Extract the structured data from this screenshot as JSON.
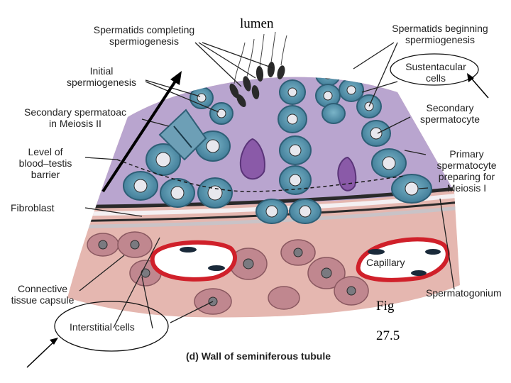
{
  "labels": {
    "lumen": "lumen",
    "spermatids_completing": [
      "Spermatids completing",
      "spermiogenesis"
    ],
    "initial_spermiogenesis": [
      "Initial",
      "spermiogenesis"
    ],
    "secondary_meiosis": [
      "Secondary spermatoac",
      "in Meiosis II"
    ],
    "blood_testis_barrier": [
      "Level of",
      "blood–testis",
      "barrier"
    ],
    "fibroblast": "Fibroblast",
    "connective_capsule": [
      "Connective",
      "tissue capsule"
    ],
    "interstitial_cells": "Interstitial cells",
    "spermatids_beginning": [
      "Spermatids beginning",
      "spermiogenesis"
    ],
    "sustentacular_cells": [
      "Sustentacular",
      "cells"
    ],
    "secondary_spermatocyte": [
      "Secondary",
      "spermatocyte"
    ],
    "primary_spermatocyte": [
      "Primary",
      "spermatocyte",
      "preparing for",
      "Meiosis I"
    ],
    "capillary": "Capillary",
    "spermatogonium": "Spermatogonium",
    "fig": "Fig",
    "fig_number": "27.5",
    "caption": "(d) Wall of seminiferous tubule"
  },
  "colors": {
    "lumen_purple": "#b9a5cf",
    "cell_blue": "#4f8fa8",
    "connective_pink": "#e5b7b0",
    "capillary_red": "#d0202a",
    "barrier_dark": "#2a2a2a"
  }
}
